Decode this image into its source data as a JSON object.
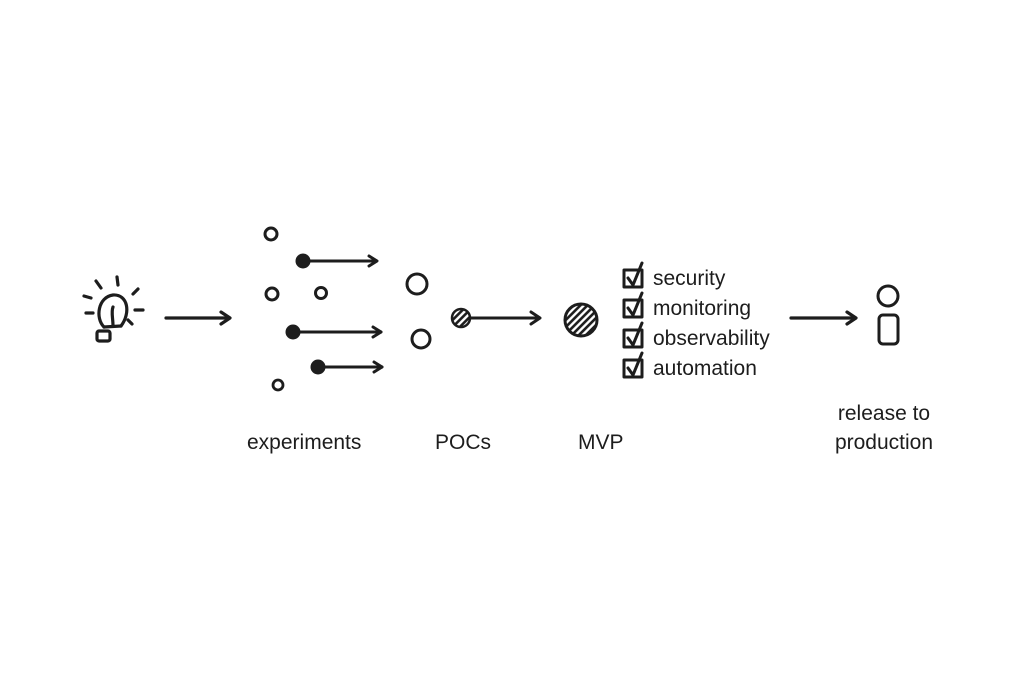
{
  "stages": {
    "experiments": "experiments",
    "pocs": "POCs",
    "mvp": "MVP",
    "release_line1": "release to",
    "release_line2": "production"
  },
  "checklist": [
    "security",
    "monitoring",
    "observability",
    "automation"
  ]
}
